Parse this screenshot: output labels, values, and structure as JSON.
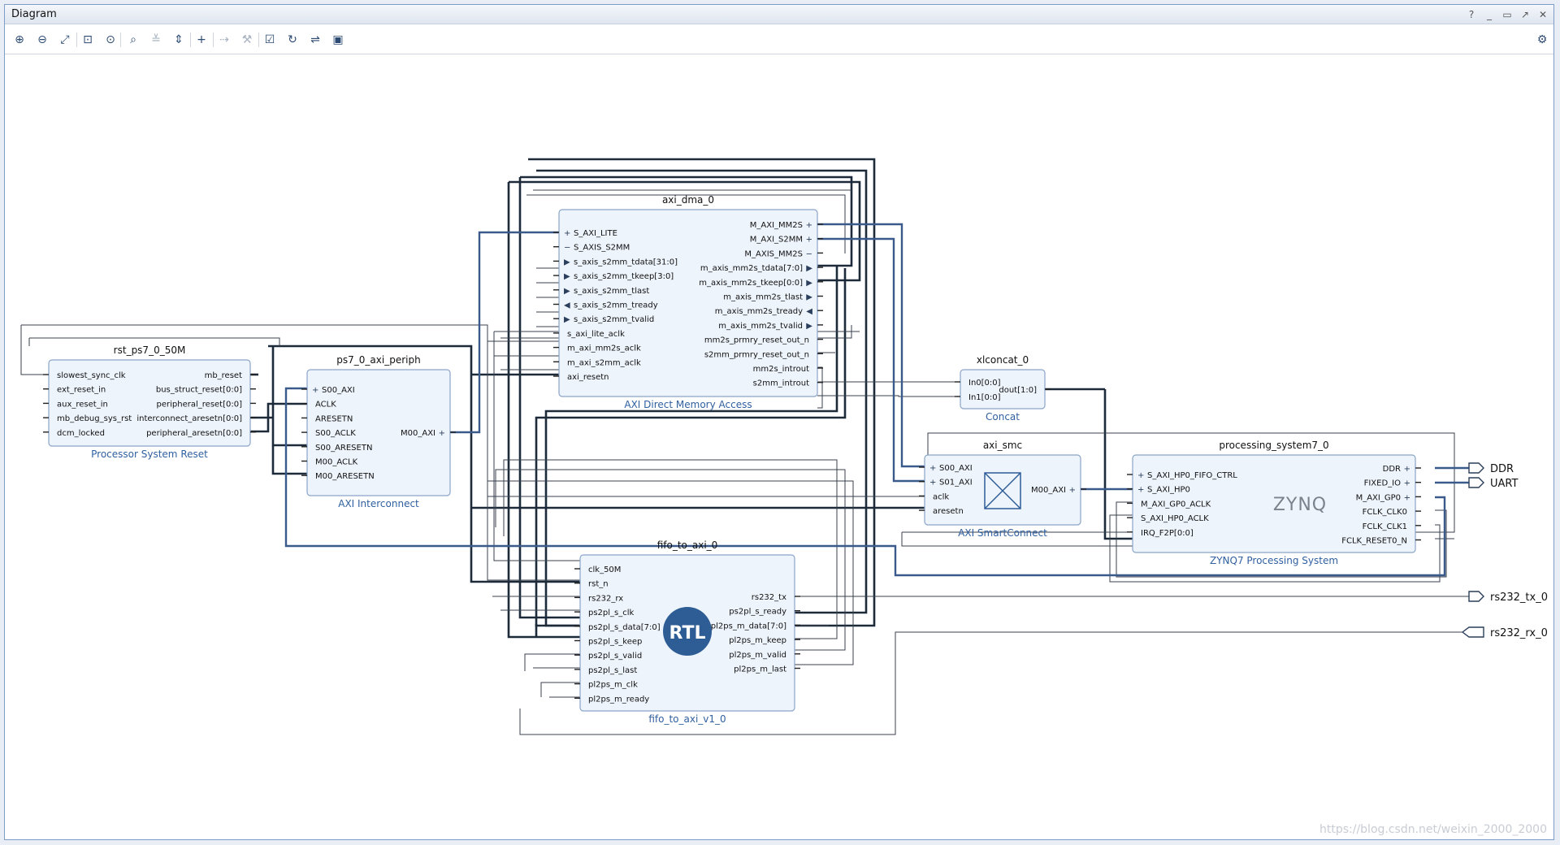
{
  "window": {
    "title": "Diagram"
  },
  "window_controls": [
    "?",
    "_",
    "▭",
    "↗",
    "✕"
  ],
  "toolbar": {
    "buttons": [
      {
        "name": "zoom-in-icon",
        "glyph": "⊕"
      },
      {
        "name": "zoom-out-icon",
        "glyph": "⊖"
      },
      {
        "name": "zoom-fit-icon",
        "glyph": "⤢"
      },
      {
        "name": "zoom-area-icon",
        "glyph": "⊡"
      },
      {
        "name": "zoom-selection-icon",
        "glyph": "⊙"
      },
      {
        "name": "search-icon",
        "glyph": "⌕"
      },
      {
        "name": "collapse-all-icon",
        "glyph": "≚",
        "disabled": true
      },
      {
        "name": "expand-all-icon",
        "glyph": "⇕"
      },
      {
        "name": "add-ip-icon",
        "glyph": "+"
      },
      {
        "name": "make-connection-icon",
        "glyph": "⇢",
        "disabled": true
      },
      {
        "name": "wrench-icon",
        "glyph": "⚒",
        "disabled": true
      },
      {
        "name": "validate-design-icon",
        "glyph": "☑"
      },
      {
        "name": "refresh-icon",
        "glyph": "↻"
      },
      {
        "name": "regenerate-layout-icon",
        "glyph": "⇌"
      },
      {
        "name": "add-module-icon",
        "glyph": "▣"
      }
    ],
    "settings_glyph": "⚙"
  },
  "colors": {
    "block_fill": "#eef4fc",
    "block_stroke": "#8aa4c8",
    "net": "#1c2a3a",
    "bus": "#3a5a8c",
    "label_blue": "#3060a0"
  },
  "blocks": [
    {
      "id": "axi_dma_0",
      "name": "axi_dma_0",
      "subtitle": "AXI Direct Memory Access",
      "left_pins": [
        {
          "label": "S_AXI_LITE",
          "marker": "+"
        },
        {
          "label": "S_AXIS_S2MM",
          "marker": "−"
        },
        {
          "label": "s_axis_s2mm_tdata[31:0]",
          "marker": "▶"
        },
        {
          "label": "s_axis_s2mm_tkeep[3:0]",
          "marker": "▶"
        },
        {
          "label": "s_axis_s2mm_tlast",
          "marker": "▶"
        },
        {
          "label": "s_axis_s2mm_tready",
          "marker": "◀"
        },
        {
          "label": "s_axis_s2mm_tvalid",
          "marker": "▶"
        },
        {
          "label": "s_axi_lite_aclk",
          "marker": ""
        },
        {
          "label": "m_axi_mm2s_aclk",
          "marker": ""
        },
        {
          "label": "m_axi_s2mm_aclk",
          "marker": ""
        },
        {
          "label": "axi_resetn",
          "marker": ""
        }
      ],
      "right_pins": [
        {
          "label": "M_AXI_MM2S",
          "marker": "+"
        },
        {
          "label": "M_AXI_S2MM",
          "marker": "+"
        },
        {
          "label": "M_AXIS_MM2S",
          "marker": "−"
        },
        {
          "label": "m_axis_mm2s_tdata[7:0]",
          "marker": "▶"
        },
        {
          "label": "m_axis_mm2s_tkeep[0:0]",
          "marker": "▶"
        },
        {
          "label": "m_axis_mm2s_tlast",
          "marker": "▶"
        },
        {
          "label": "m_axis_mm2s_tready",
          "marker": "◀"
        },
        {
          "label": "m_axis_mm2s_tvalid",
          "marker": "▶"
        },
        {
          "label": "mm2s_prmry_reset_out_n",
          "marker": ""
        },
        {
          "label": "s2mm_prmry_reset_out_n",
          "marker": ""
        },
        {
          "label": "mm2s_introut",
          "marker": ""
        },
        {
          "label": "s2mm_introut",
          "marker": ""
        }
      ]
    },
    {
      "id": "rst_ps7_0_50M",
      "name": "rst_ps7_0_50M",
      "subtitle": "Processor System Reset",
      "left_pins": [
        {
          "label": "slowest_sync_clk",
          "marker": ""
        },
        {
          "label": "ext_reset_in",
          "marker": ""
        },
        {
          "label": "aux_reset_in",
          "marker": ""
        },
        {
          "label": "mb_debug_sys_rst",
          "marker": ""
        },
        {
          "label": "dcm_locked",
          "marker": ""
        }
      ],
      "right_pins": [
        {
          "label": "mb_reset",
          "marker": ""
        },
        {
          "label": "bus_struct_reset[0:0]",
          "marker": ""
        },
        {
          "label": "peripheral_reset[0:0]",
          "marker": ""
        },
        {
          "label": "interconnect_aresetn[0:0]",
          "marker": ""
        },
        {
          "label": "peripheral_aresetn[0:0]",
          "marker": ""
        }
      ]
    },
    {
      "id": "ps7_0_axi_periph",
      "name": "ps7_0_axi_periph",
      "subtitle": "AXI Interconnect",
      "left_pins": [
        {
          "label": "S00_AXI",
          "marker": "+"
        },
        {
          "label": "ACLK",
          "marker": ""
        },
        {
          "label": "ARESETN",
          "marker": ""
        },
        {
          "label": "S00_ACLK",
          "marker": ""
        },
        {
          "label": "S00_ARESETN",
          "marker": ""
        },
        {
          "label": "M00_ACLK",
          "marker": ""
        },
        {
          "label": "M00_ARESETN",
          "marker": ""
        }
      ],
      "right_pins": [
        {
          "label": "M00_AXI",
          "marker": "+"
        }
      ]
    },
    {
      "id": "xlconcat_0",
      "name": "xlconcat_0",
      "subtitle": "Concat",
      "left_pins": [
        {
          "label": "In0[0:0]",
          "marker": ""
        },
        {
          "label": "In1[0:0]",
          "marker": ""
        }
      ],
      "right_pins": [
        {
          "label": "dout[1:0]",
          "marker": ""
        }
      ]
    },
    {
      "id": "axi_smc",
      "name": "axi_smc",
      "subtitle": "AXI SmartConnect",
      "left_pins": [
        {
          "label": "S00_AXI",
          "marker": "+"
        },
        {
          "label": "S01_AXI",
          "marker": "+"
        },
        {
          "label": "aclk",
          "marker": ""
        },
        {
          "label": "aresetn",
          "marker": ""
        }
      ],
      "right_pins": [
        {
          "label": "M00_AXI",
          "marker": "+"
        }
      ]
    },
    {
      "id": "processing_system7_0",
      "name": "processing_system7_0",
      "subtitle": "ZYNQ7 Processing System",
      "logo": "ZYNQ",
      "left_pins": [
        {
          "label": "S_AXI_HP0_FIFO_CTRL",
          "marker": "+"
        },
        {
          "label": "S_AXI_HP0",
          "marker": "+"
        },
        {
          "label": "M_AXI_GP0_ACLK",
          "marker": ""
        },
        {
          "label": "S_AXI_HP0_ACLK",
          "marker": ""
        },
        {
          "label": "IRQ_F2P[0:0]",
          "marker": ""
        }
      ],
      "right_pins": [
        {
          "label": "DDR",
          "marker": "+"
        },
        {
          "label": "FIXED_IO",
          "marker": "+"
        },
        {
          "label": "M_AXI_GP0",
          "marker": "+"
        },
        {
          "label": "FCLK_CLK0",
          "marker": ""
        },
        {
          "label": "FCLK_CLK1",
          "marker": ""
        },
        {
          "label": "FCLK_RESET0_N",
          "marker": ""
        }
      ]
    },
    {
      "id": "fifo_to_axi_0",
      "name": "fifo_to_axi_0",
      "subtitle": "fifo_to_axi_v1_0",
      "logo": "RTL",
      "left_pins": [
        {
          "label": "clk_50M",
          "marker": ""
        },
        {
          "label": "rst_n",
          "marker": ""
        },
        {
          "label": "rs232_rx",
          "marker": ""
        },
        {
          "label": "ps2pl_s_clk",
          "marker": ""
        },
        {
          "label": "ps2pl_s_data[7:0]",
          "marker": ""
        },
        {
          "label": "ps2pl_s_keep",
          "marker": ""
        },
        {
          "label": "ps2pl_s_valid",
          "marker": ""
        },
        {
          "label": "ps2pl_s_last",
          "marker": ""
        },
        {
          "label": "pl2ps_m_clk",
          "marker": ""
        },
        {
          "label": "pl2ps_m_ready",
          "marker": ""
        }
      ],
      "right_pins": [
        {
          "label": "rs232_tx",
          "marker": ""
        },
        {
          "label": "ps2pl_s_ready",
          "marker": ""
        },
        {
          "label": "pl2ps_m_data[7:0]",
          "marker": ""
        },
        {
          "label": "pl2ps_m_keep",
          "marker": ""
        },
        {
          "label": "pl2ps_m_valid",
          "marker": ""
        },
        {
          "label": "pl2ps_m_last",
          "marker": ""
        }
      ]
    }
  ],
  "ports": [
    {
      "id": "ddr",
      "label": "DDR"
    },
    {
      "id": "uart",
      "label": "UART"
    },
    {
      "id": "rs232_tx_0",
      "label": "rs232_tx_0"
    },
    {
      "id": "rs232_rx_0",
      "label": "rs232_rx_0"
    }
  ],
  "watermark": "https://blog.csdn.net/weixin_2000_2000"
}
